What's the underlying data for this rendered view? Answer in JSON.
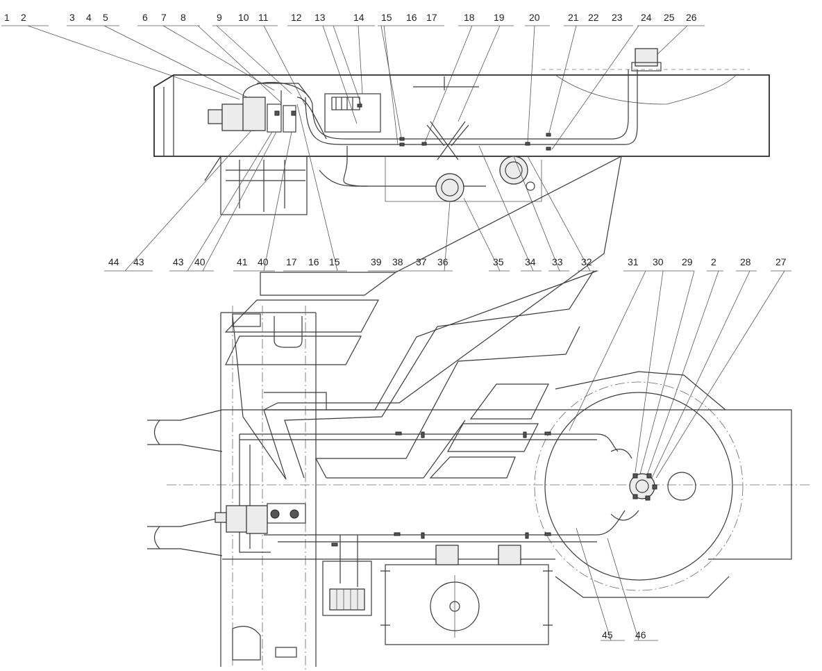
{
  "top_labels": [
    {
      "id": "1",
      "text": "1"
    },
    {
      "id": "2",
      "text": "2"
    },
    {
      "id": "3",
      "text": "3"
    },
    {
      "id": "4",
      "text": "4"
    },
    {
      "id": "5",
      "text": "5"
    },
    {
      "id": "6",
      "text": "6"
    },
    {
      "id": "7",
      "text": "7"
    },
    {
      "id": "8",
      "text": "8"
    },
    {
      "id": "9",
      "text": "9"
    },
    {
      "id": "10",
      "text": "10"
    },
    {
      "id": "11",
      "text": "11"
    },
    {
      "id": "12",
      "text": "12"
    },
    {
      "id": "13",
      "text": "13"
    },
    {
      "id": "14",
      "text": "14"
    },
    {
      "id": "15",
      "text": "15"
    },
    {
      "id": "16",
      "text": "16"
    },
    {
      "id": "17",
      "text": "17"
    },
    {
      "id": "18",
      "text": "18"
    },
    {
      "id": "19",
      "text": "19"
    },
    {
      "id": "20",
      "text": "20"
    },
    {
      "id": "21",
      "text": "21"
    },
    {
      "id": "22",
      "text": "22"
    },
    {
      "id": "23",
      "text": "23"
    },
    {
      "id": "24",
      "text": "24"
    },
    {
      "id": "25",
      "text": "25"
    },
    {
      "id": "26",
      "text": "26"
    }
  ],
  "middle_labels": [
    {
      "id": "44",
      "text": "44"
    },
    {
      "id": "43a",
      "text": "43"
    },
    {
      "id": "43b",
      "text": "43"
    },
    {
      "id": "40a",
      "text": "40"
    },
    {
      "id": "41",
      "text": "41"
    },
    {
      "id": "40b",
      "text": "40"
    },
    {
      "id": "17b",
      "text": "17"
    },
    {
      "id": "16b",
      "text": "16"
    },
    {
      "id": "15b",
      "text": "15"
    },
    {
      "id": "39",
      "text": "39"
    },
    {
      "id": "38",
      "text": "38"
    },
    {
      "id": "37",
      "text": "37"
    },
    {
      "id": "36",
      "text": "36"
    },
    {
      "id": "35",
      "text": "35"
    },
    {
      "id": "34",
      "text": "34"
    },
    {
      "id": "33",
      "text": "33"
    },
    {
      "id": "32",
      "text": "32"
    },
    {
      "id": "31",
      "text": "31"
    },
    {
      "id": "30",
      "text": "30"
    },
    {
      "id": "29",
      "text": "29"
    },
    {
      "id": "2b",
      "text": "2"
    },
    {
      "id": "28",
      "text": "28"
    },
    {
      "id": "27",
      "text": "27"
    }
  ],
  "bottom_labels": [
    {
      "id": "45",
      "text": "45"
    },
    {
      "id": "46",
      "text": "46"
    }
  ]
}
